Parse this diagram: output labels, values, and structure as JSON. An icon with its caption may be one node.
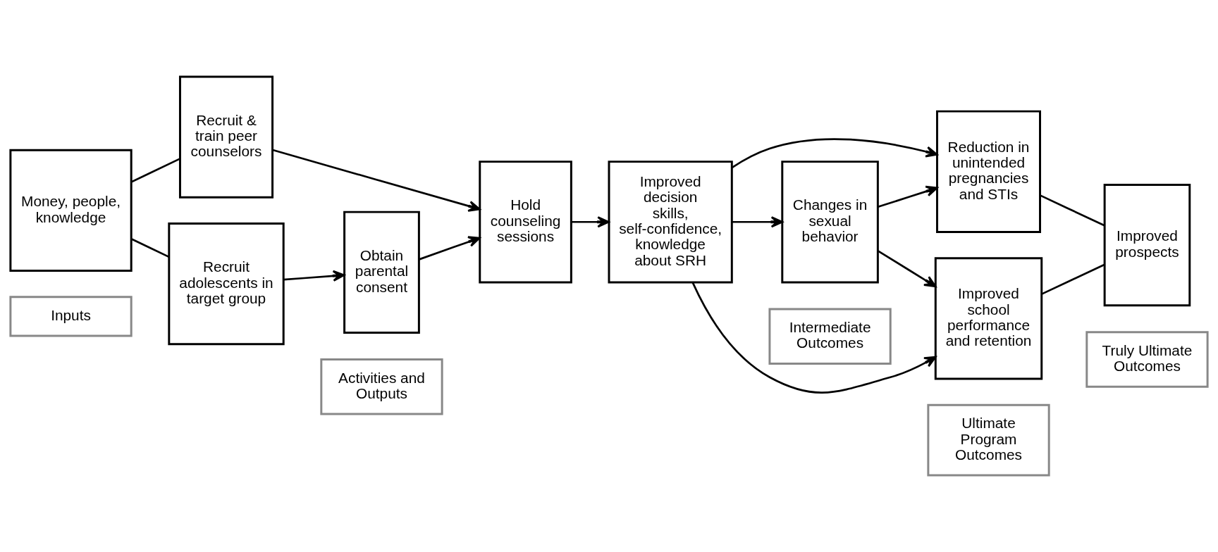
{
  "diagram": {
    "nodes": [
      {
        "text": [
          "Money, people, knowledge"
        ]
      },
      {
        "text": [
          "Recruit & train peer counselors"
        ]
      },
      {
        "text": [
          "Recruit adolescents in target group"
        ]
      },
      {
        "text": [
          "Obtain parental consent"
        ]
      },
      {
        "text": [
          "Hold counseling sessions"
        ]
      },
      {
        "text": [
          "Improved decision skills, self-confidence, knowledge about SRH"
        ]
      },
      {
        "text": [
          "Changes in sexual behavior"
        ]
      },
      {
        "text": [
          "Reduction in unintended pregnancies and STIs"
        ]
      },
      {
        "text": [
          "Improved school performance and retention"
        ]
      },
      {
        "text": [
          "Improved prospects"
        ]
      },
      {
        "text": [
          "Inputs"
        ]
      },
      {
        "text": [
          "Activities and Outputs"
        ]
      },
      {
        "text": [
          "Intermediate Outcomes"
        ]
      },
      {
        "text": [
          "Ultimate Program Outcomes"
        ]
      },
      {
        "text": [
          "Truly Ultimate Outcomes"
        ]
      }
    ],
    "edges": [
      {
        "from": 0,
        "to": 1,
        "arrow": "none"
      },
      {
        "from": 0,
        "to": 2,
        "arrow": "none"
      },
      {
        "from": 1,
        "to": 4,
        "arrow": "to"
      },
      {
        "from": 2,
        "to": 3,
        "arrow": "to"
      },
      {
        "from": 3,
        "to": 4,
        "arrow": "to"
      },
      {
        "from": 4,
        "to": 5,
        "arrow": "to"
      },
      {
        "from": 5,
        "to": 6,
        "arrow": "to"
      },
      {
        "from": 5,
        "to": 7,
        "arrow": "to"
      },
      {
        "from": 5,
        "to": 8,
        "arrow": "to"
      },
      {
        "from": 6,
        "to": 7,
        "arrow": "to"
      },
      {
        "from": 6,
        "to": 8,
        "arrow": "to"
      },
      {
        "from": 7,
        "to": 9,
        "arrow": "none"
      },
      {
        "from": 8,
        "to": 9,
        "arrow": "none"
      }
    ]
  }
}
